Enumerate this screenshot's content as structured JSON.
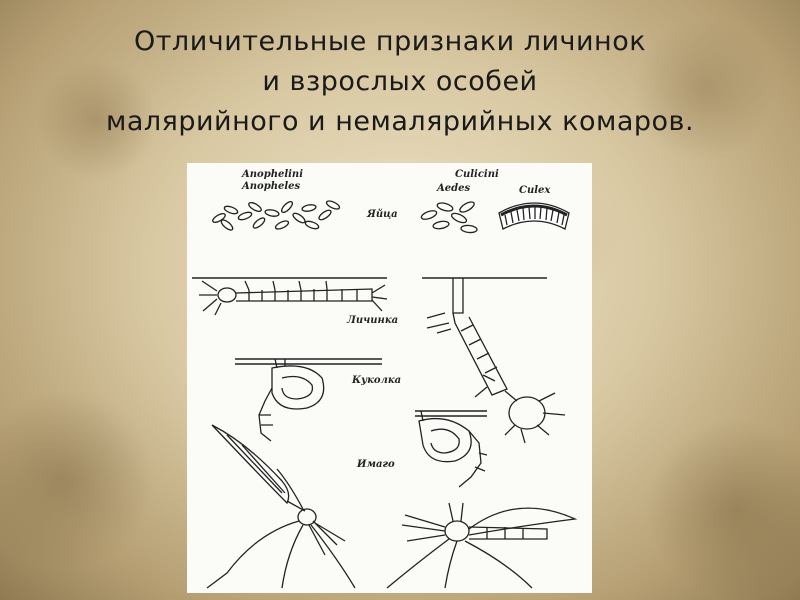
{
  "slide": {
    "title_lines": [
      "Отличительные признаки личинок",
      "и взрослых особей",
      "малярийного и немалярийных комаров."
    ]
  },
  "diagram": {
    "tribe_anopheline": "Anophelini",
    "genus_anopheles": "Anopheles",
    "tribe_culicine": "Culicini",
    "genus_aedes": "Aedes",
    "genus_culex": "Culex",
    "stage_eggs": "Яйца",
    "stage_larva": "Личинка",
    "stage_pupa": "Куколка",
    "stage_adult": "Имаго"
  }
}
